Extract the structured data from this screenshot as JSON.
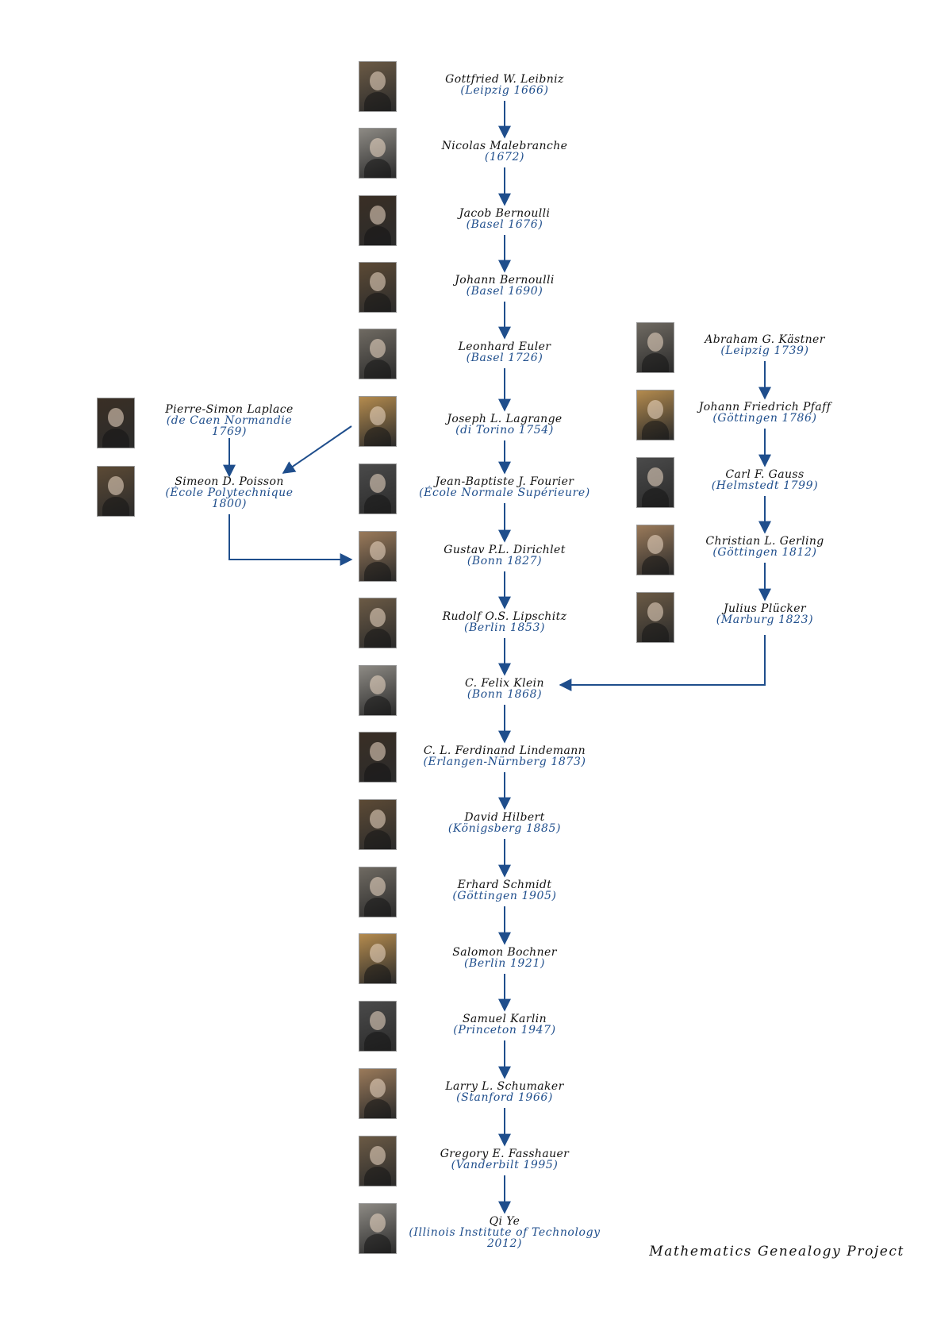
{
  "nodes": [
    {
      "id": "leibniz",
      "name": "Gottfried W. Leibniz",
      "affiliation": [
        "(Leipzig 1666)"
      ],
      "portrait": "portrait-icon"
    },
    {
      "id": "malebranche",
      "name": "Nicolas Malebranche",
      "affiliation": [
        "(1672)"
      ],
      "portrait": "portrait-icon"
    },
    {
      "id": "jacob-bernoulli",
      "name": "Jacob Bernoulli",
      "affiliation": [
        "(Basel 1676)"
      ],
      "portrait": "portrait-icon"
    },
    {
      "id": "johann-bernoulli",
      "name": "Johann Bernoulli",
      "affiliation": [
        "(Basel 1690)"
      ],
      "portrait": "portrait-icon"
    },
    {
      "id": "euler",
      "name": "Leonhard Euler",
      "affiliation": [
        "(Basel 1726)"
      ],
      "portrait": "portrait-icon"
    },
    {
      "id": "lagrange",
      "name": "Joseph L. Lagrange",
      "affiliation": [
        "(di Torino 1754)"
      ],
      "portrait": "portrait-icon"
    },
    {
      "id": "fourier",
      "name": "Jean-Baptiste J. Fourier",
      "affiliation": [
        "(École Normale Supérieure)"
      ],
      "portrait": "portrait-icon"
    },
    {
      "id": "dirichlet",
      "name": "Gustav P.L. Dirichlet",
      "affiliation": [
        "(Bonn 1827)"
      ],
      "portrait": "portrait-icon"
    },
    {
      "id": "lipschitz",
      "name": "Rudolf O.S. Lipschitz",
      "affiliation": [
        "(Berlin 1853)"
      ],
      "portrait": "portrait-icon"
    },
    {
      "id": "klein",
      "name": "C. Felix Klein",
      "affiliation": [
        "(Bonn 1868)"
      ],
      "portrait": "portrait-icon"
    },
    {
      "id": "lindemann",
      "name": "C. L. Ferdinand Lindemann",
      "affiliation": [
        "(Erlangen-Nürnberg 1873)"
      ],
      "portrait": "portrait-icon"
    },
    {
      "id": "hilbert",
      "name": "David Hilbert",
      "affiliation": [
        "(Königsberg 1885)"
      ],
      "portrait": "portrait-icon"
    },
    {
      "id": "schmidt",
      "name": "Erhard Schmidt",
      "affiliation": [
        "(Göttingen 1905)"
      ],
      "portrait": "portrait-icon"
    },
    {
      "id": "bochner",
      "name": "Salomon Bochner",
      "affiliation": [
        "(Berlin 1921)"
      ],
      "portrait": "portrait-icon"
    },
    {
      "id": "karlin",
      "name": "Samuel Karlin",
      "affiliation": [
        "(Princeton 1947)"
      ],
      "portrait": "portrait-icon"
    },
    {
      "id": "schumaker",
      "name": "Larry L. Schumaker",
      "affiliation": [
        "(Stanford 1966)"
      ],
      "portrait": "portrait-icon"
    },
    {
      "id": "fasshauer",
      "name": "Gregory E. Fasshauer",
      "affiliation": [
        "(Vanderbilt 1995)"
      ],
      "portrait": "portrait-icon"
    },
    {
      "id": "qi-ye",
      "name": "Qi Ye",
      "affiliation": [
        "(Illinois Institute of Technology",
        "2012)"
      ],
      "portrait": "portrait-icon"
    },
    {
      "id": "laplace",
      "name": "Pierre-Simon Laplace",
      "affiliation": [
        "(de Caen Normandie",
        "1769)"
      ],
      "portrait": "portrait-icon"
    },
    {
      "id": "poisson",
      "name": "Simeon D. Poisson",
      "affiliation": [
        "(École Polytechnique",
        "1800)"
      ],
      "portrait": "portrait-icon"
    },
    {
      "id": "kastner",
      "name": "Abraham G. Kästner",
      "affiliation": [
        "(Leipzig 1739)"
      ],
      "portrait": "portrait-icon"
    },
    {
      "id": "pfaff",
      "name": "Johann Friedrich Pfaff",
      "affiliation": [
        "(Göttingen 1786)"
      ],
      "portrait": "portrait-icon"
    },
    {
      "id": "gauss",
      "name": "Carl F. Gauss",
      "affiliation": [
        "(Helmstedt 1799)"
      ],
      "portrait": "portrait-icon"
    },
    {
      "id": "gerling",
      "name": "Christian L. Gerling",
      "affiliation": [
        "(Göttingen 1812)"
      ],
      "portrait": "portrait-icon"
    },
    {
      "id": "plucker",
      "name": "Julius Plücker",
      "affiliation": [
        "(Marburg 1823)"
      ],
      "portrait": "portrait-icon"
    }
  ],
  "edges": [
    {
      "from": "leibniz",
      "to": "malebranche"
    },
    {
      "from": "malebranche",
      "to": "jacob-bernoulli"
    },
    {
      "from": "jacob-bernoulli",
      "to": "johann-bernoulli"
    },
    {
      "from": "johann-bernoulli",
      "to": "euler"
    },
    {
      "from": "euler",
      "to": "lagrange"
    },
    {
      "from": "lagrange",
      "to": "fourier"
    },
    {
      "from": "fourier",
      "to": "dirichlet"
    },
    {
      "from": "dirichlet",
      "to": "lipschitz"
    },
    {
      "from": "lipschitz",
      "to": "klein"
    },
    {
      "from": "klein",
      "to": "lindemann"
    },
    {
      "from": "lindemann",
      "to": "hilbert"
    },
    {
      "from": "hilbert",
      "to": "schmidt"
    },
    {
      "from": "schmidt",
      "to": "bochner"
    },
    {
      "from": "bochner",
      "to": "karlin"
    },
    {
      "from": "karlin",
      "to": "schumaker"
    },
    {
      "from": "schumaker",
      "to": "fasshauer"
    },
    {
      "from": "fasshauer",
      "to": "qi-ye"
    },
    {
      "from": "laplace",
      "to": "poisson"
    },
    {
      "from": "lagrange",
      "to": "poisson"
    },
    {
      "from": "poisson",
      "to": "dirichlet"
    },
    {
      "from": "kastner",
      "to": "pfaff"
    },
    {
      "from": "pfaff",
      "to": "gauss"
    },
    {
      "from": "gauss",
      "to": "gerling"
    },
    {
      "from": "gerling",
      "to": "plucker"
    },
    {
      "from": "plucker",
      "to": "klein"
    }
  ],
  "footer": "Mathematics Genealogy Project",
  "colors": {
    "arrow": "#1f4e8c",
    "name_text": "#111111",
    "affiliation_text": "#1f4e8c",
    "portrait_tones": [
      "#6b5a45",
      "#8d8a84",
      "#3a2f25",
      "#5c4a35",
      "#6f6a62",
      "#b48b4e",
      "#4a4a4a",
      "#9a7a5a"
    ]
  }
}
